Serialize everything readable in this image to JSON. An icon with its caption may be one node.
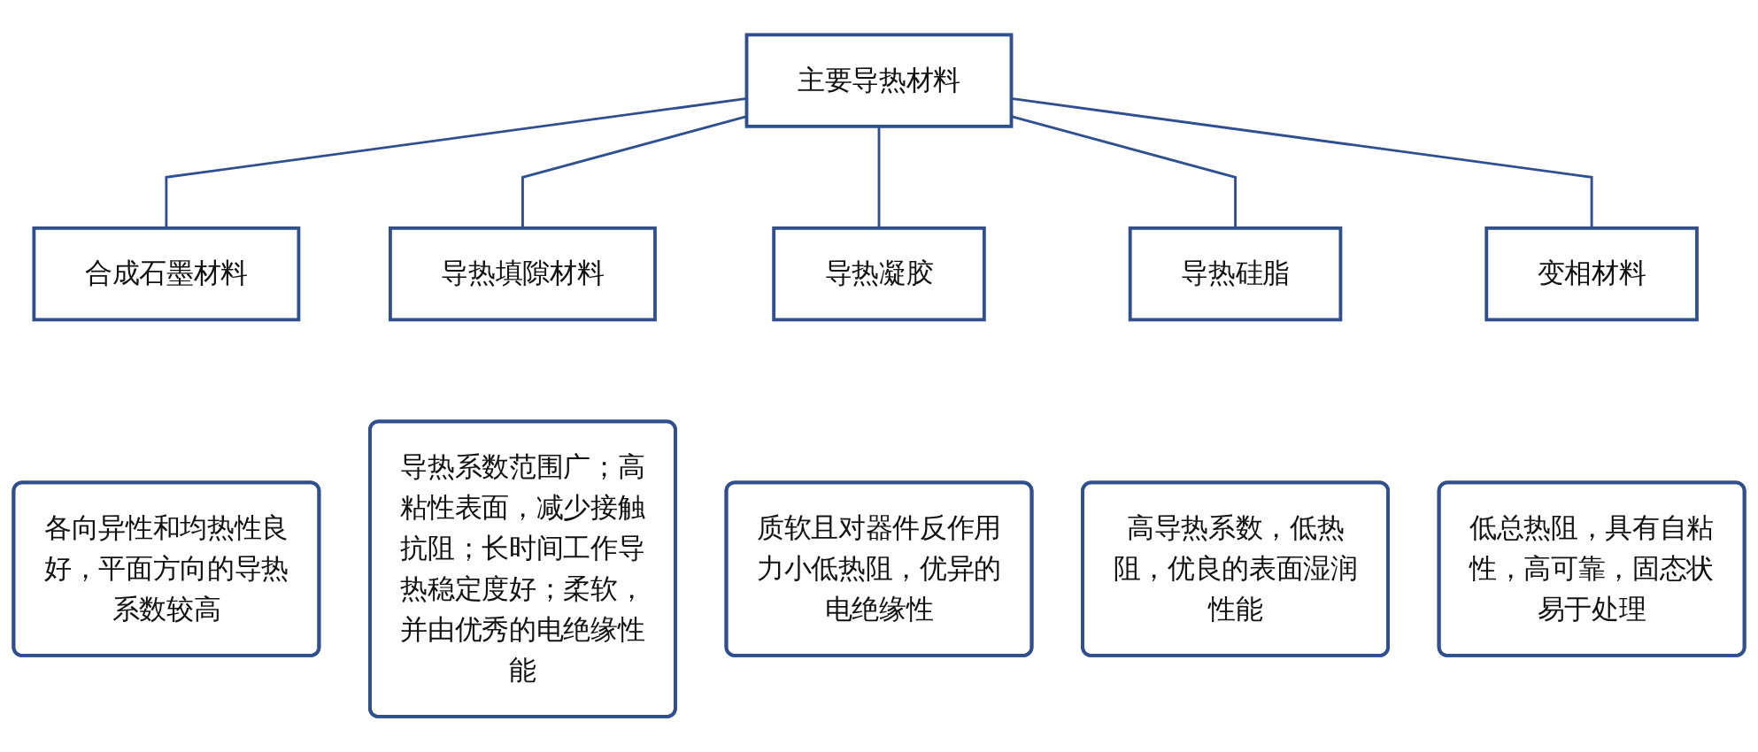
{
  "diagram": {
    "nodes": [
      {
        "text": [
          "主要导热材料"
        ]
      },
      {
        "text": [
          "合成石墨材料"
        ]
      },
      {
        "text": [
          "导热填隙材料"
        ]
      },
      {
        "text": [
          "导热凝胶"
        ]
      },
      {
        "text": [
          "导热硅脂"
        ]
      },
      {
        "text": [
          "变相材料"
        ]
      },
      {
        "text": [
          "各向异性和均热性良好，平面方向的导热系数较高"
        ]
      },
      {
        "text": [
          "导热系数范围广；高粘性表面，减少接触抗阻；长时间工作导热稳定度好；柔软，并由优秀的电绝缘性能"
        ]
      },
      {
        "text": [
          "质软且对器件反作用力小低热阻，优异的电绝缘性"
        ]
      },
      {
        "text": [
          "高导热系数，低热阻，优良的表面湿润性能"
        ]
      },
      {
        "text": [
          "低总热阻，具有自粘性，高可靠，固态状易于处理"
        ]
      }
    ],
    "edges": [
      {
        "from": 0,
        "to": 1,
        "arrow": "none"
      },
      {
        "from": 0,
        "to": 2,
        "arrow": "none"
      },
      {
        "from": 0,
        "to": 3,
        "arrow": "none"
      },
      {
        "from": 0,
        "to": 4,
        "arrow": "none"
      },
      {
        "from": 0,
        "to": 5,
        "arrow": "none"
      }
    ]
  }
}
